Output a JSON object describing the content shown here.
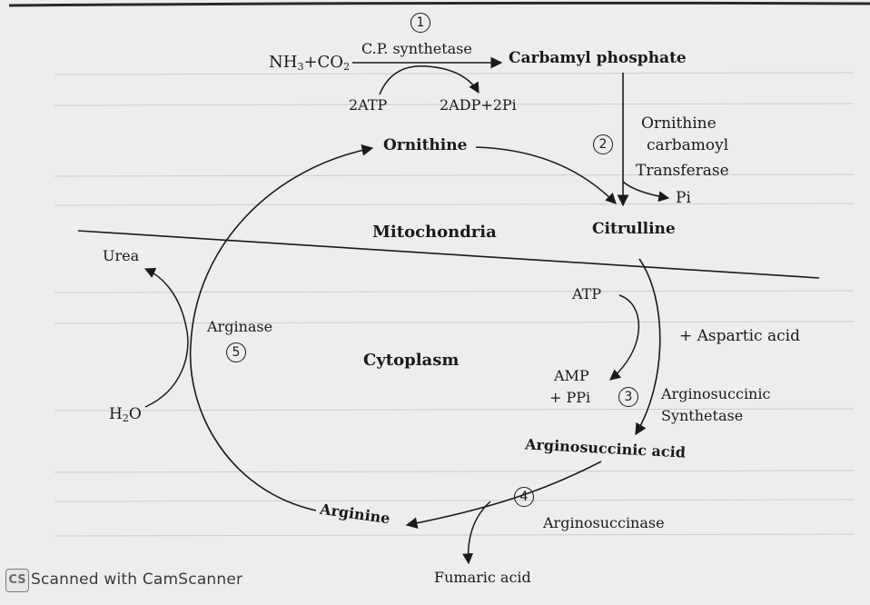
{
  "step_numbers": [
    "1",
    "2",
    "3",
    "4",
    "5"
  ],
  "step1": {
    "substrates": "NH3+CO2",
    "enzyme": "C.P. synthetase",
    "product": "Carbamyl phosphate",
    "cofactor_in": "2ATP",
    "cofactor_out": "2ADP+2Pi"
  },
  "step2": {
    "enzyme_line1": "Ornithine",
    "enzyme_line2": "carbamoyl",
    "enzyme_line3": "Transferase",
    "byproduct": "Pi"
  },
  "nodes": {
    "ornithine": "Ornithine",
    "citrulline": "Citrulline",
    "argininosuccinic_acid": "Arginosuccinic acid",
    "arginine": "Arginine",
    "urea": "Urea",
    "fumaric_acid": "Fumaric acid",
    "water": "H2O"
  },
  "compartments": {
    "mitochondria": "Mitochondria",
    "cytoplasm": "Cytoplasm"
  },
  "step3": {
    "atp": "ATP",
    "aspartic": "+ Aspartic acid",
    "amp": "AMP",
    "ppi": "+ PPi",
    "enzyme_line1": "Arginosuccinic",
    "enzyme_line2": "Synthetase"
  },
  "step4": {
    "enzyme": "Arginosuccinase"
  },
  "step5": {
    "enzyme": "Arginase"
  },
  "watermark": {
    "badge": "CS",
    "text": "Scanned with CamScanner"
  }
}
